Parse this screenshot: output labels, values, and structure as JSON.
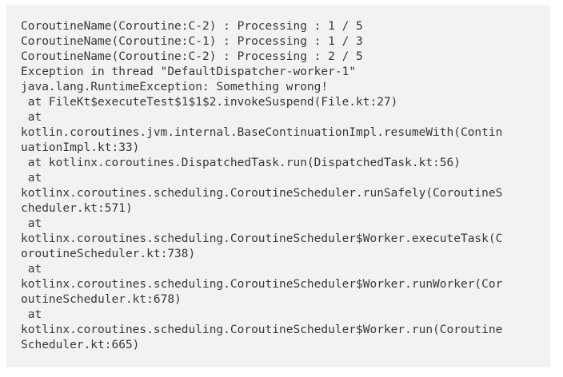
{
  "console": {
    "lines": [
      "CoroutineName(Coroutine:C-2) : Processing : 1 / 5",
      "CoroutineName(Coroutine:C-1) : Processing : 1 / 3",
      "CoroutineName(Coroutine:C-2) : Processing : 2 / 5",
      "Exception in thread \"DefaultDispatcher-worker-1\"",
      "java.lang.RuntimeException: Something wrong!",
      " at FileKt$executeTest$1$1$2.invokeSuspend(File.kt:27)",
      " at",
      "kotlin.coroutines.jvm.internal.BaseContinuationImpl.resumeWith(Contin",
      "uationImpl.kt:33)",
      " at kotlinx.coroutines.DispatchedTask.run(DispatchedTask.kt:56)",
      " at",
      "kotlinx.coroutines.scheduling.CoroutineScheduler.runSafely(CoroutineS",
      "cheduler.kt:571)",
      " at",
      "kotlinx.coroutines.scheduling.CoroutineScheduler$Worker.executeTask(C",
      "oroutineScheduler.kt:738)",
      " at",
      "kotlinx.coroutines.scheduling.CoroutineScheduler$Worker.runWorker(Cor",
      "outineScheduler.kt:678)",
      " at",
      "kotlinx.coroutines.scheduling.CoroutineScheduler$Worker.run(Coroutine",
      "Scheduler.kt:665)"
    ]
  }
}
